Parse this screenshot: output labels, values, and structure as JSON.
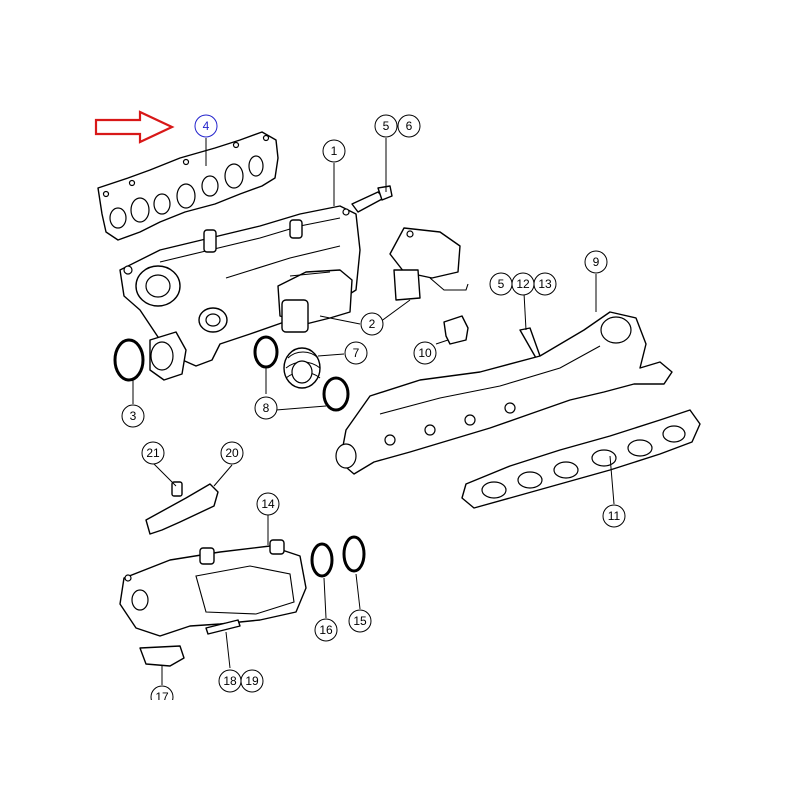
{
  "colors": {
    "highlight": "#2222cc",
    "arrow": "#d81818",
    "line": "#000000"
  },
  "callouts": {
    "c1": "1",
    "c2": "2",
    "c3": "3",
    "c4": "4",
    "c5a": "5",
    "c6": "6",
    "c5b": "5",
    "c12": "12",
    "c13": "13",
    "c7": "7",
    "c8": "8",
    "c9": "9",
    "c10": "10",
    "c11": "11",
    "c14": "14",
    "c15": "15",
    "c16": "16",
    "c17": "17",
    "c18": "18",
    "c19": "19",
    "c20": "20",
    "c21": "21"
  },
  "icons": {
    "pointer": "right-arrow-outline-icon"
  }
}
